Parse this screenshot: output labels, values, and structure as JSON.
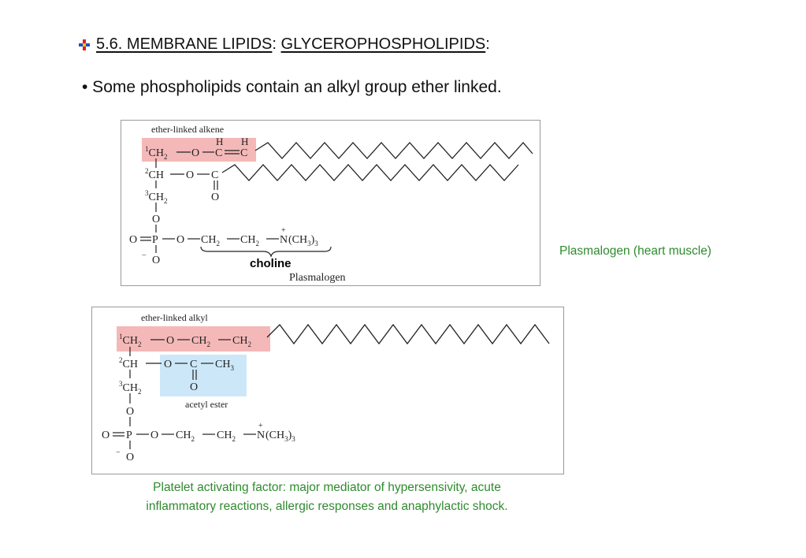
{
  "header": {
    "title_prefix": "5.6. MEMBRANE LIPIDS",
    "title_sep": ": ",
    "title_main": "GLYCEROPHOSPHOLIPIDS",
    "title_end": ":"
  },
  "bullet_text": "• Some phospholipids contain an alkyl group ether linked.",
  "panel1": {
    "label_top": "ether-linked alkene",
    "choline_label": "choline",
    "name_label": "Plasmalogen",
    "highlight_color": "#f4b8b8",
    "atoms": {
      "c1": "CH",
      "c1_num": "1",
      "c1_sub": "2",
      "o1": "O",
      "alkene": "C",
      "h": "H",
      "c2_num": "2",
      "c2": "CH",
      "o2": "O",
      "ester_c": "C",
      "ester_o": "O",
      "c3_num": "3",
      "c3": "CH",
      "c3_sub": "2",
      "o3": "O",
      "o_dbl": "O",
      "p": "P",
      "o4": "O",
      "ch2a": "CH",
      "ch2b": "CH",
      "sub2": "2",
      "n": "N",
      "plus": "+",
      "ch3": "(CH",
      "ch3_sub": "3",
      "ch3_close": ")",
      "ch3_n": "3",
      "o_minus": "O",
      "minus": "−"
    }
  },
  "panel2": {
    "label_top": "ether-linked alkyl",
    "acetyl_label": "acetyl ester",
    "highlight_pink": "#f4b8b8",
    "highlight_blue": "#cce8f8"
  },
  "captions": {
    "plasmalogen": "Plasmalogen (heart muscle)",
    "paf_line1": "Platelet activating factor: major mediator of hypersensivity, acute",
    "paf_line2": "inflammatory reactions, allergic responses and anaphylactic shock."
  },
  "colors": {
    "caption_green": "#2e8b2e",
    "panel_border": "#9a9a9a"
  }
}
